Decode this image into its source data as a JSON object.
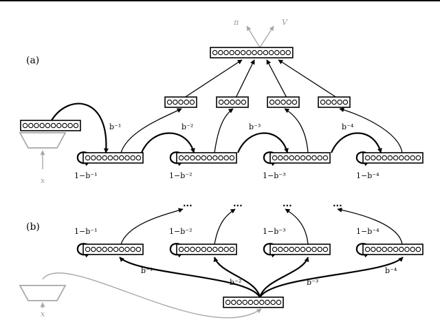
{
  "diagram": {
    "panel_a_label": "(a)",
    "panel_b_label": "(b)",
    "outputs": {
      "pi": "π",
      "v": "V"
    },
    "input_label": "x",
    "ellipsis": "...",
    "rates": {
      "b1": "b⁻¹",
      "b2": "b⁻²",
      "b3": "b⁻³",
      "b4": "b⁻⁴"
    },
    "retain": {
      "r1": "1−b⁻¹",
      "r2": "1−b⁻²",
      "r3": "1−b⁻³",
      "r4": "1−b⁻⁴"
    }
  }
}
